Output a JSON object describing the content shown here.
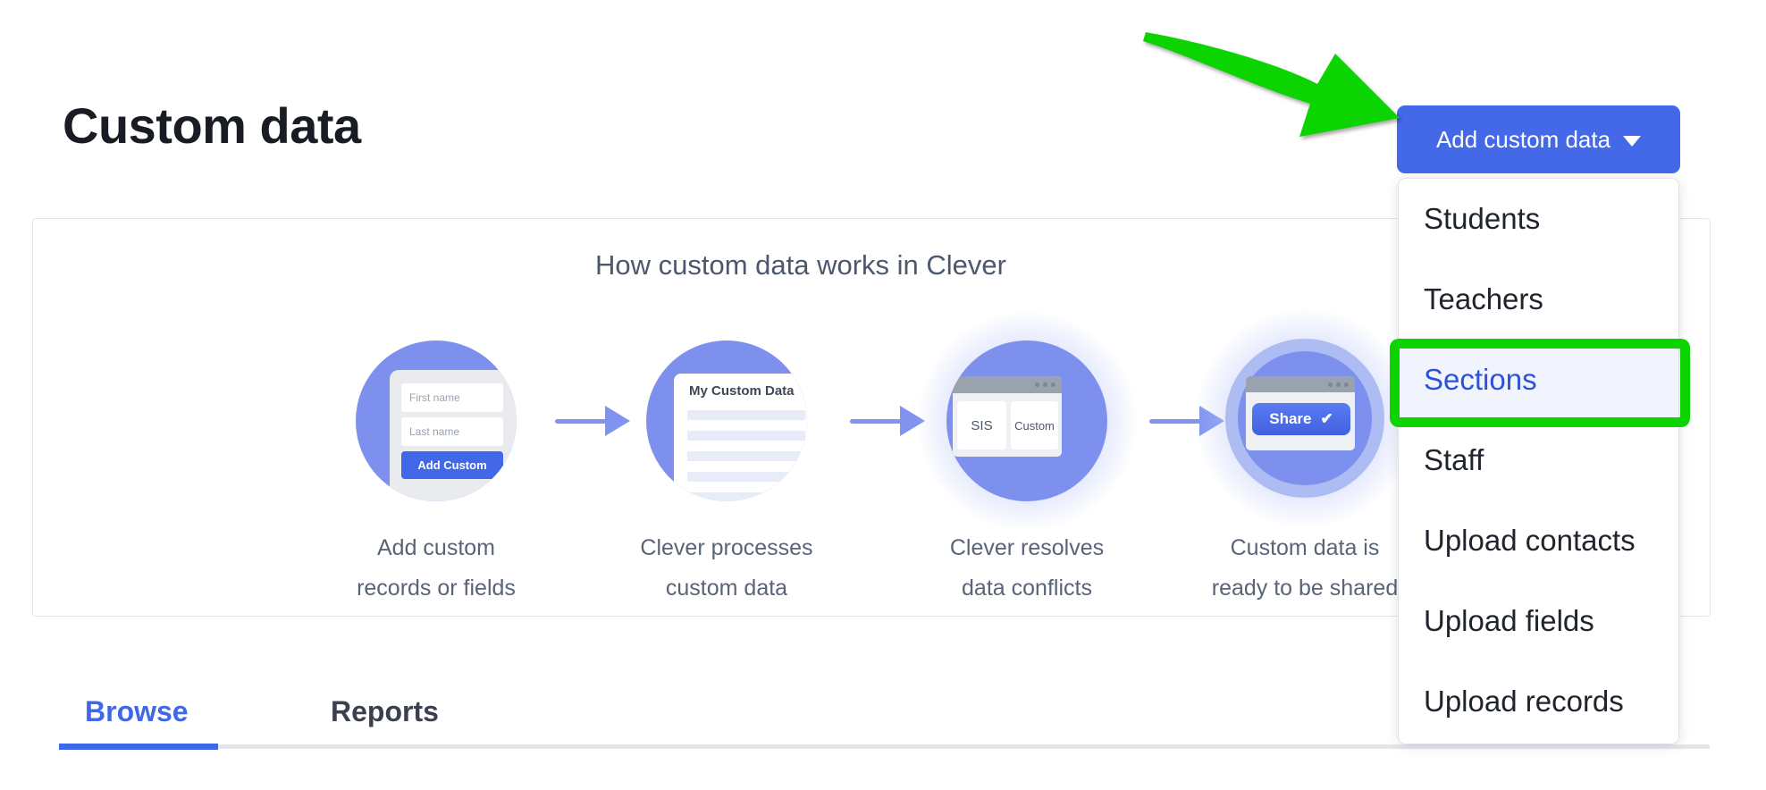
{
  "page": {
    "title": "Custom data"
  },
  "toolbar": {
    "add_custom_data_label": "Add custom data"
  },
  "dropdown": {
    "items": [
      "Students",
      "Teachers",
      "Sections",
      "Staff",
      "Upload contacts",
      "Upload fields",
      "Upload records"
    ],
    "highlighted_item": "Sections"
  },
  "panel": {
    "heading": "How custom data works in Clever",
    "steps": [
      {
        "caption_line1": "Add custom",
        "caption_line2": "records or fields"
      },
      {
        "caption_line1": "Clever processes",
        "caption_line2": "custom data"
      },
      {
        "caption_line1": "Clever resolves",
        "caption_line2": "data conflicts"
      },
      {
        "caption_line1": "Custom data is",
        "caption_line2": "ready to be shared"
      }
    ]
  },
  "illustrations": {
    "form": {
      "field1_label": "First name",
      "field2_label": "Last name",
      "button_label": "Add Custom"
    },
    "document": {
      "title": "My Custom Data"
    },
    "conflict": {
      "left_label": "SIS",
      "right_label": "Custom"
    },
    "share": {
      "button_label": "Share",
      "check": "✔"
    }
  },
  "tabs": {
    "browse": "Browse",
    "reports": "Reports"
  },
  "colors": {
    "accent_blue": "#4368e8",
    "illustration_blue": "#7d90ee",
    "highlight_green": "#0cd400",
    "caption_gray": "#5a6477"
  }
}
